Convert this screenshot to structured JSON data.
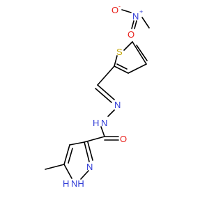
{
  "molecule": {
    "atoms": {
      "nitro_O_left": "O",
      "nitro_O_left_charge": "-",
      "nitro_N": "N",
      "nitro_N_charge": "+",
      "nitro_O_bottom": "O",
      "thiophene_S": "S",
      "hydrazone_N1": "N",
      "hydrazone_N2": "N",
      "hydrazone_N2_H": "H",
      "carbonyl_O": "O",
      "pyrazole_N": "N",
      "pyrazole_NH": "NH",
      "pyrazole_NH_prefix": "H"
    },
    "colors": {
      "bond": "#000000",
      "nitrogen": "#2f3bd6",
      "oxygen": "#e8201b",
      "sulfur": "#c2a400"
    }
  }
}
